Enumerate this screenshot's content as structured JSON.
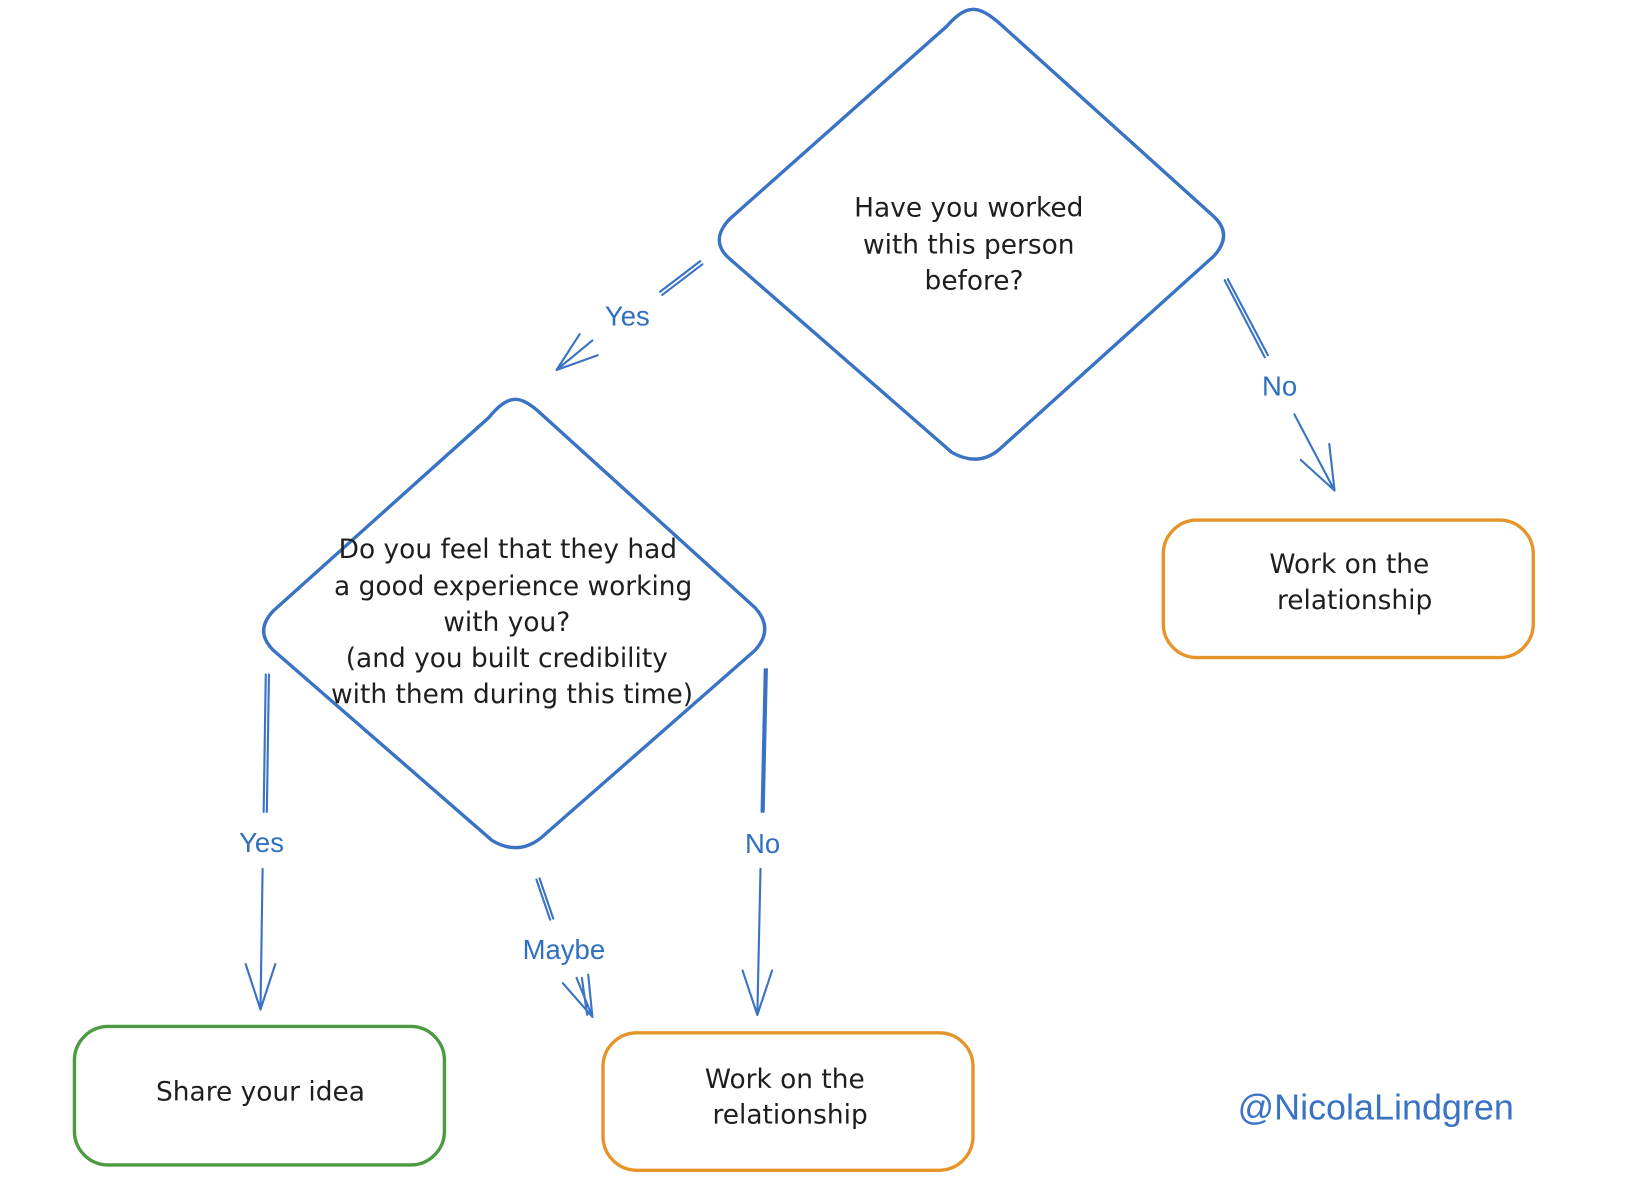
{
  "colors": {
    "decision": "#3a72c4",
    "positive": "#4c9a42",
    "neutral": "#e5942a",
    "edge": "#3a72c4"
  },
  "nodes": {
    "q1": {
      "lines": [
        "Have you worked",
        "with this person",
        "before?"
      ]
    },
    "q2": {
      "lines": [
        "Do you feel that they had",
        "a good experience working",
        "with you?",
        "(and you built credibility",
        "with them during this time)"
      ]
    },
    "work_right": {
      "lines": [
        "Work on the",
        "relationship"
      ]
    },
    "share": {
      "lines": [
        "Share your idea"
      ]
    },
    "work_bottom": {
      "lines": [
        "Work on the",
        "relationship"
      ]
    }
  },
  "edges": {
    "q1_yes": "Yes",
    "q1_no": "No",
    "q2_yes": "Yes",
    "q2_maybe": "Maybe",
    "q2_no": "No"
  },
  "author_handle": "@NicolaLindgren"
}
